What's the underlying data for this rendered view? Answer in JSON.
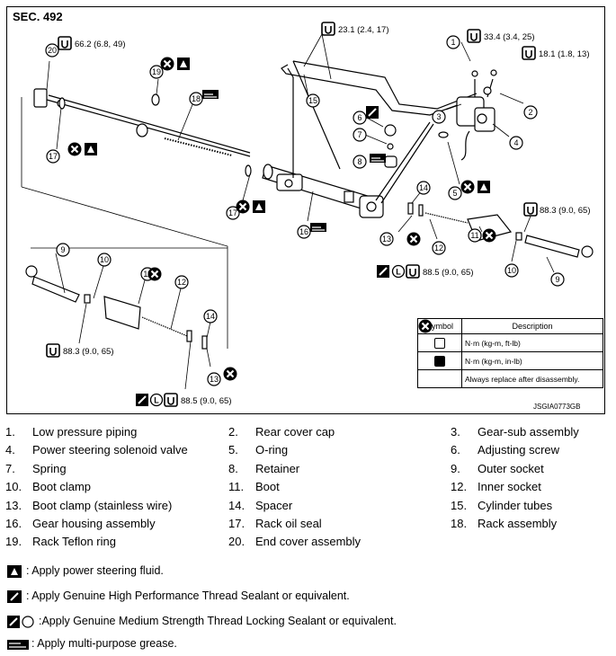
{
  "section": "SEC. 492",
  "image_code": "JSGIA0773GB",
  "callouts": {
    "c1": "1",
    "c2": "2",
    "c3": "3",
    "c4": "4",
    "c5": "5",
    "c6": "6",
    "c7": "7",
    "c8": "8",
    "c9a": "9",
    "c9b": "9",
    "c10a": "10",
    "c10b": "10",
    "c11a": "11",
    "c11b": "11",
    "c12a": "12",
    "c12b": "12",
    "c13a": "13",
    "c13b": "13",
    "c14a": "14",
    "c14b": "14",
    "c15": "15",
    "c16": "16",
    "c17a": "17",
    "c17b": "17",
    "c18": "18",
    "c19": "19",
    "c20": "20"
  },
  "torques": {
    "t20": "66.2 (6.8, 49)",
    "t15": "23.1 (2.4, 17)",
    "t1": "33.4 (3.4, 25)",
    "t_tr": "18.1 (1.8, 13)",
    "t_right_socket": "88.3 (9.0, 65)",
    "t_right_inner": "88.5 (9.0, 65)",
    "t_left_socket": "88.3 (9.0, 65)",
    "t_left_inner": "88.5 (9.0, 65)"
  },
  "symbol_table": {
    "header_symbol": "Symbol",
    "header_desc": "Description",
    "rows": [
      "N·m (kg-m, ft-lb)",
      "N·m (kg-m, in-lb)",
      "Always replace after disassembly."
    ]
  },
  "parts": [
    [
      "1.",
      "Low pressure piping"
    ],
    [
      "2.",
      "Rear cover cap"
    ],
    [
      "3.",
      "Gear-sub assembly"
    ],
    [
      "4.",
      "Power steering solenoid valve"
    ],
    [
      "5.",
      "O-ring"
    ],
    [
      "6.",
      "Adjusting screw"
    ],
    [
      "7.",
      "Spring"
    ],
    [
      "8.",
      "Retainer"
    ],
    [
      "9.",
      "Outer socket"
    ],
    [
      "10.",
      "Boot clamp"
    ],
    [
      "11.",
      "Boot"
    ],
    [
      "12.",
      "Inner socket"
    ],
    [
      "13.",
      "Boot clamp (stainless wire)"
    ],
    [
      "14.",
      "Spacer"
    ],
    [
      "15.",
      "Cylinder tubes"
    ],
    [
      "16.",
      "Gear housing assembly"
    ],
    [
      "17.",
      "Rack oil seal"
    ],
    [
      "18.",
      "Rack assembly"
    ],
    [
      "19.",
      "Rack Teflon ring"
    ],
    [
      "20.",
      "End cover assembly"
    ]
  ],
  "legend": {
    "fluid": ": Apply power steering fluid.",
    "sealant": ": Apply Genuine High Performance Thread Sealant or equivalent.",
    "locking_l": "L",
    "locking": ":Apply Genuine Medium Strength Thread Locking Sealant or equivalent.",
    "grease": ": Apply multi-purpose grease."
  }
}
